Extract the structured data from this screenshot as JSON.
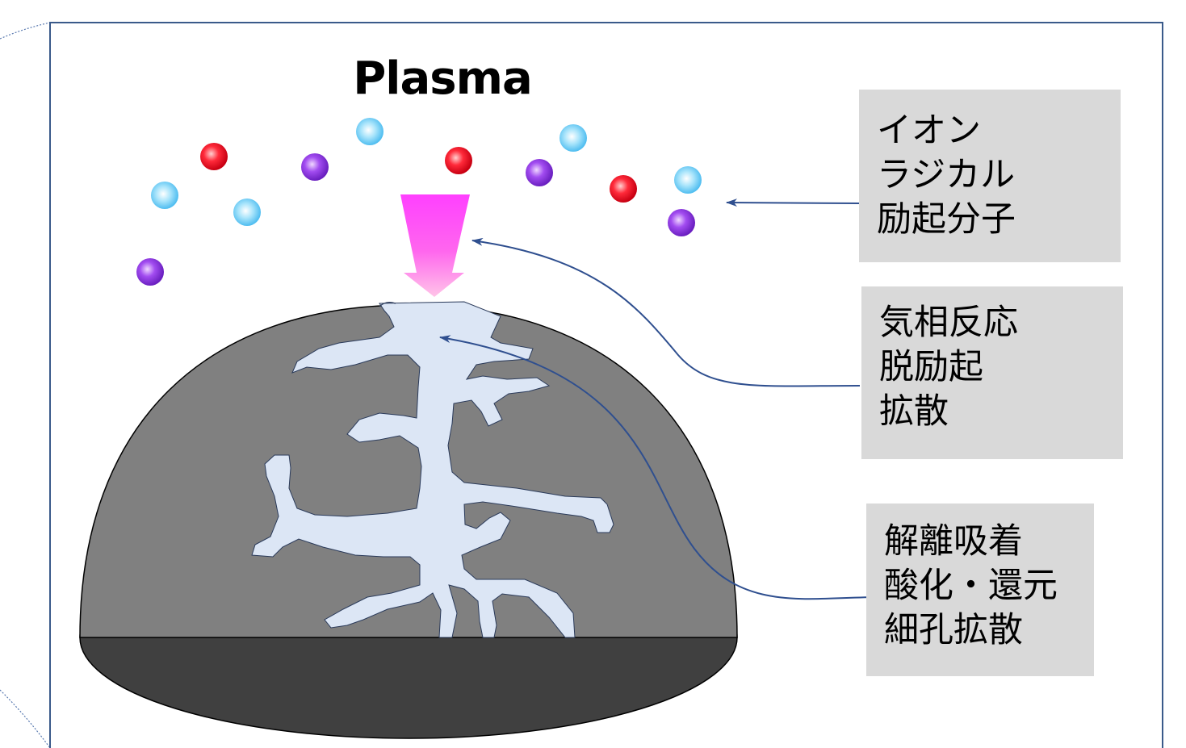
{
  "title": "Plasma",
  "boxes": {
    "plasma_species": {
      "lines": [
        "イオン",
        "ラジカル",
        "励起分子"
      ]
    },
    "gas_phase": {
      "lines": [
        "気相反応",
        "脱励起",
        "拡散"
      ]
    },
    "surface": {
      "lines": [
        "解離吸着",
        "酸化・還元",
        "細孔拡散"
      ]
    }
  },
  "colors": {
    "ion_red": "#e8001a",
    "radical_purple": "#8a2be2",
    "excited_cyan": "#4fc3f7",
    "flux_arrow": "#ff4dff",
    "pore": "#dce6f5",
    "particle_upper": "#808080",
    "particle_base": "#404040",
    "leader_line": "#2f4f8f",
    "frame": "#3a5a8a"
  }
}
